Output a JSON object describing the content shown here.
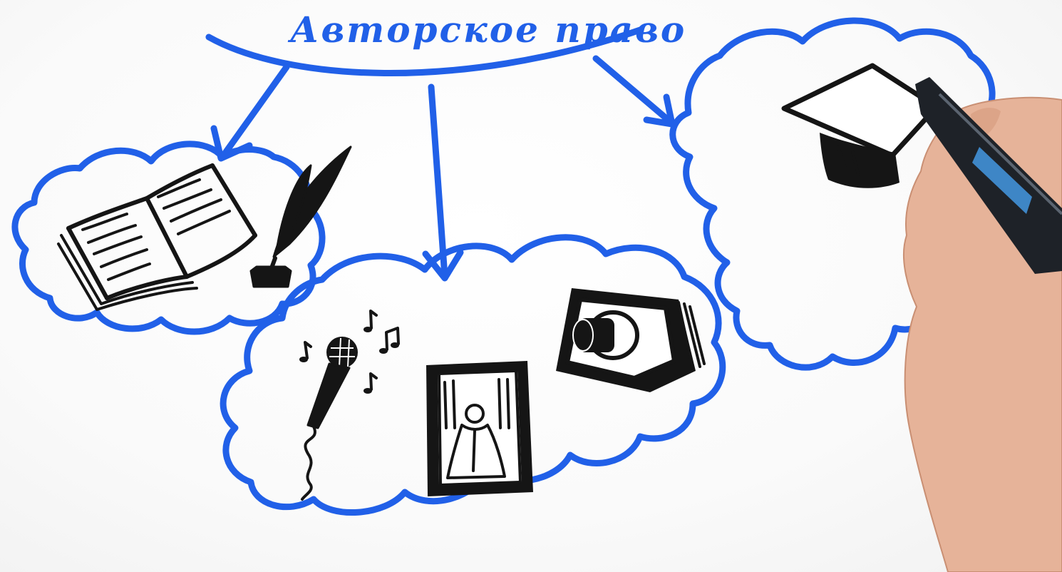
{
  "diagram": {
    "title": "Авторское право",
    "branches": [
      {
        "id": "literature",
        "icons": [
          "open-book-icon",
          "quill-pen-icon",
          "inkwell-icon"
        ]
      },
      {
        "id": "arts",
        "icons": [
          "microphone-icon",
          "music-notes-icon",
          "framed-portrait-icon",
          "film-camera-icon"
        ]
      },
      {
        "id": "science",
        "icons": [
          "graduation-cap-icon"
        ]
      }
    ]
  },
  "colors": {
    "marker_blue": "#2160e8",
    "ink_black": "#151515",
    "board_white": "#fbfbfb",
    "skin": "#e6b399"
  }
}
